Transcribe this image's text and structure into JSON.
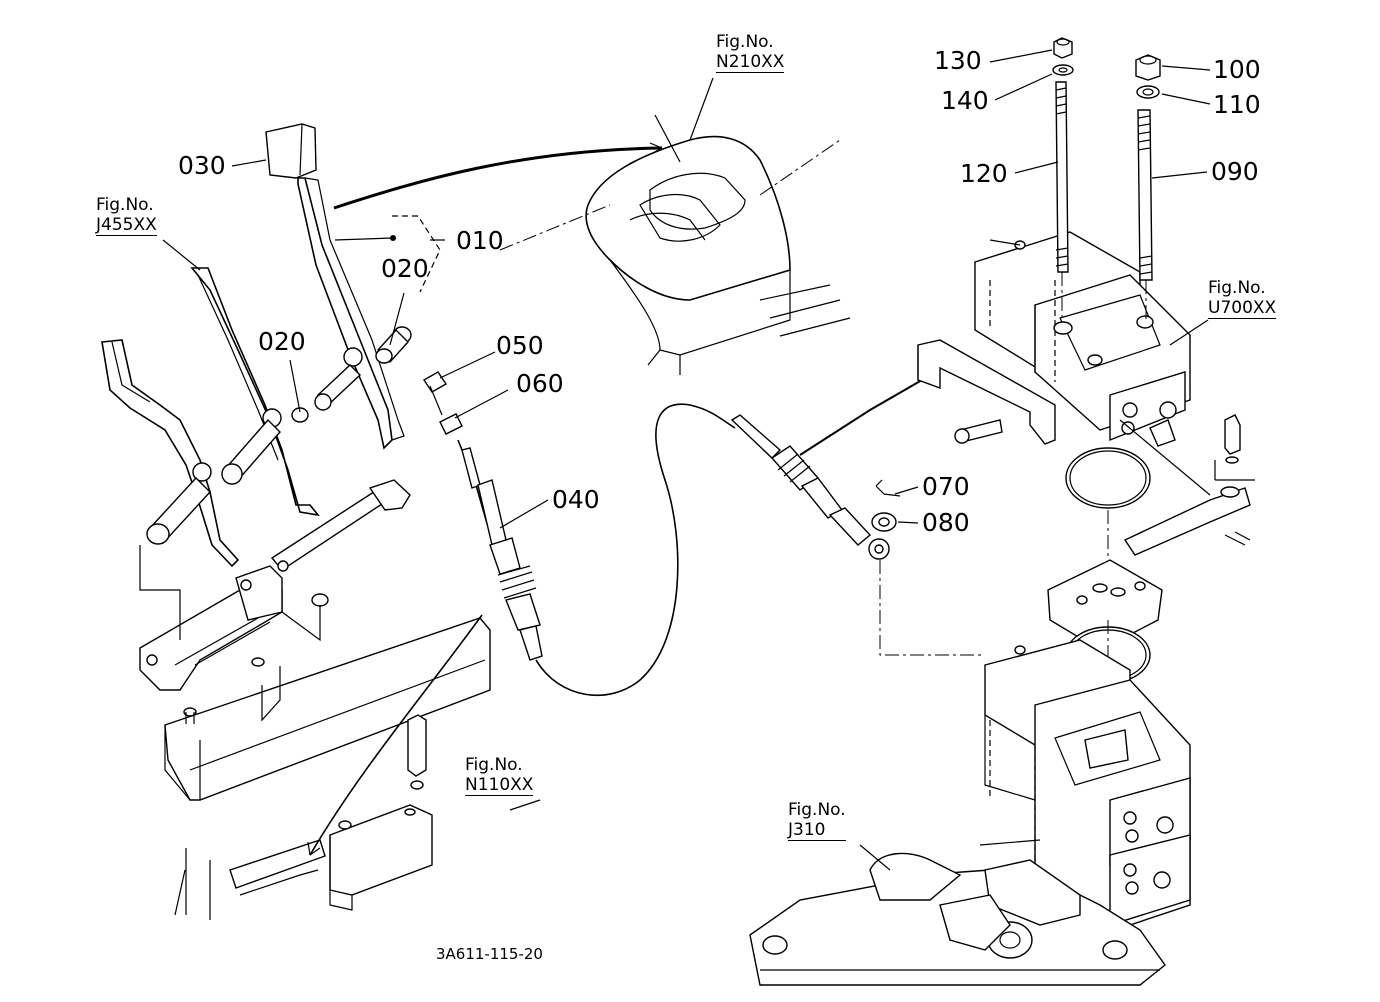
{
  "diagram": {
    "part_labels": {
      "p010": "010",
      "p020a": "020",
      "p020b": "020",
      "p030": "030",
      "p040": "040",
      "p050": "050",
      "p060": "060",
      "p070": "070",
      "p080": "080",
      "p090": "090",
      "p100": "100",
      "p110": "110",
      "p120": "120",
      "p130": "130",
      "p140": "140"
    },
    "figure_refs": {
      "n210": {
        "title": "Fig.No.",
        "code": "N210XX"
      },
      "j455": {
        "title": "Fig.No.",
        "code": "J455XX"
      },
      "u700": {
        "title": "Fig.No.",
        "code": "U700XX"
      },
      "n110": {
        "title": "Fig.No.",
        "code": "N110XX"
      },
      "j310": {
        "title": "Fig.No.",
        "code": "J310"
      }
    },
    "drawing_code": "3A611-115-20"
  }
}
